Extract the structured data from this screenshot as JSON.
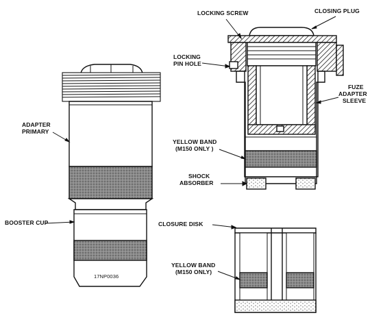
{
  "labels": {
    "locking_screw": "LOCKING SCREW",
    "closing_plug": "CLOSING PLUG",
    "locking_pin_hole_1": "LOCKING",
    "locking_pin_hole_2": "PIN HOLE",
    "fuze_adapter_sleeve_1": "FUZE",
    "fuze_adapter_sleeve_2": "ADAPTER",
    "fuze_adapter_sleeve_3": "SLEEVE",
    "adapter_primary_1": "ADAPTER",
    "adapter_primary_2": "PRIMARY",
    "yellow_band_top_1": "YELLOW BAND",
    "yellow_band_top_2": "(M150 ONLY )",
    "shock_absorber_1": "SHOCK",
    "shock_absorber_2": "ABSORBER",
    "booster_cup": "BOOSTER CUP",
    "closure_disk": "CLOSURE DISK",
    "yellow_band_bottom_1": "YELLOW BAND",
    "yellow_band_bottom_2": "(M150 ONLY)",
    "figure_id": "17NP0036"
  }
}
